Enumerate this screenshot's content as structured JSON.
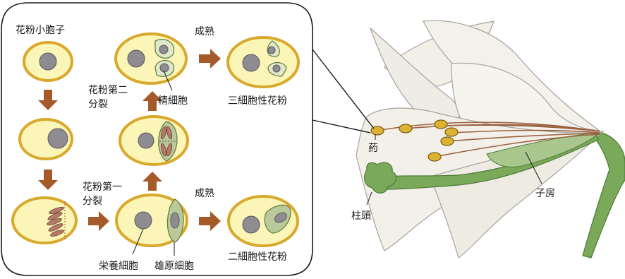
{
  "labels": {
    "microspore": "花粉小胞子",
    "second_division": [
      "花粉第二",
      "分裂"
    ],
    "first_division": [
      "花粉第一",
      "分裂"
    ],
    "maturation_top": "成熟",
    "maturation_bottom": "成熟",
    "sperm_cell": "精細胞",
    "tricellular_pollen": "三細胞性花粉",
    "bicellular_pollen": "二細胞性花粉",
    "vegetative_cell": "栄養細胞",
    "generative_cell": "雄原細胞",
    "anther": "葯",
    "stigma": "柱頭",
    "ovary": "子房"
  },
  "colors": {
    "cell_outline": "#d8a92c",
    "cell_fill": "#fbf5b8",
    "nucleus": "#8e8c90",
    "arrow": "#a65a2a",
    "chromosome": "#b57a6a",
    "generative_fill": "#b9c99a",
    "petal": "#f2efe8",
    "petal_edge": "#a7a39c",
    "stem": "#7aa95a",
    "stem_edge": "#4d7a39",
    "anther_fill": "#dcb233",
    "filament": "#9b6242"
  }
}
